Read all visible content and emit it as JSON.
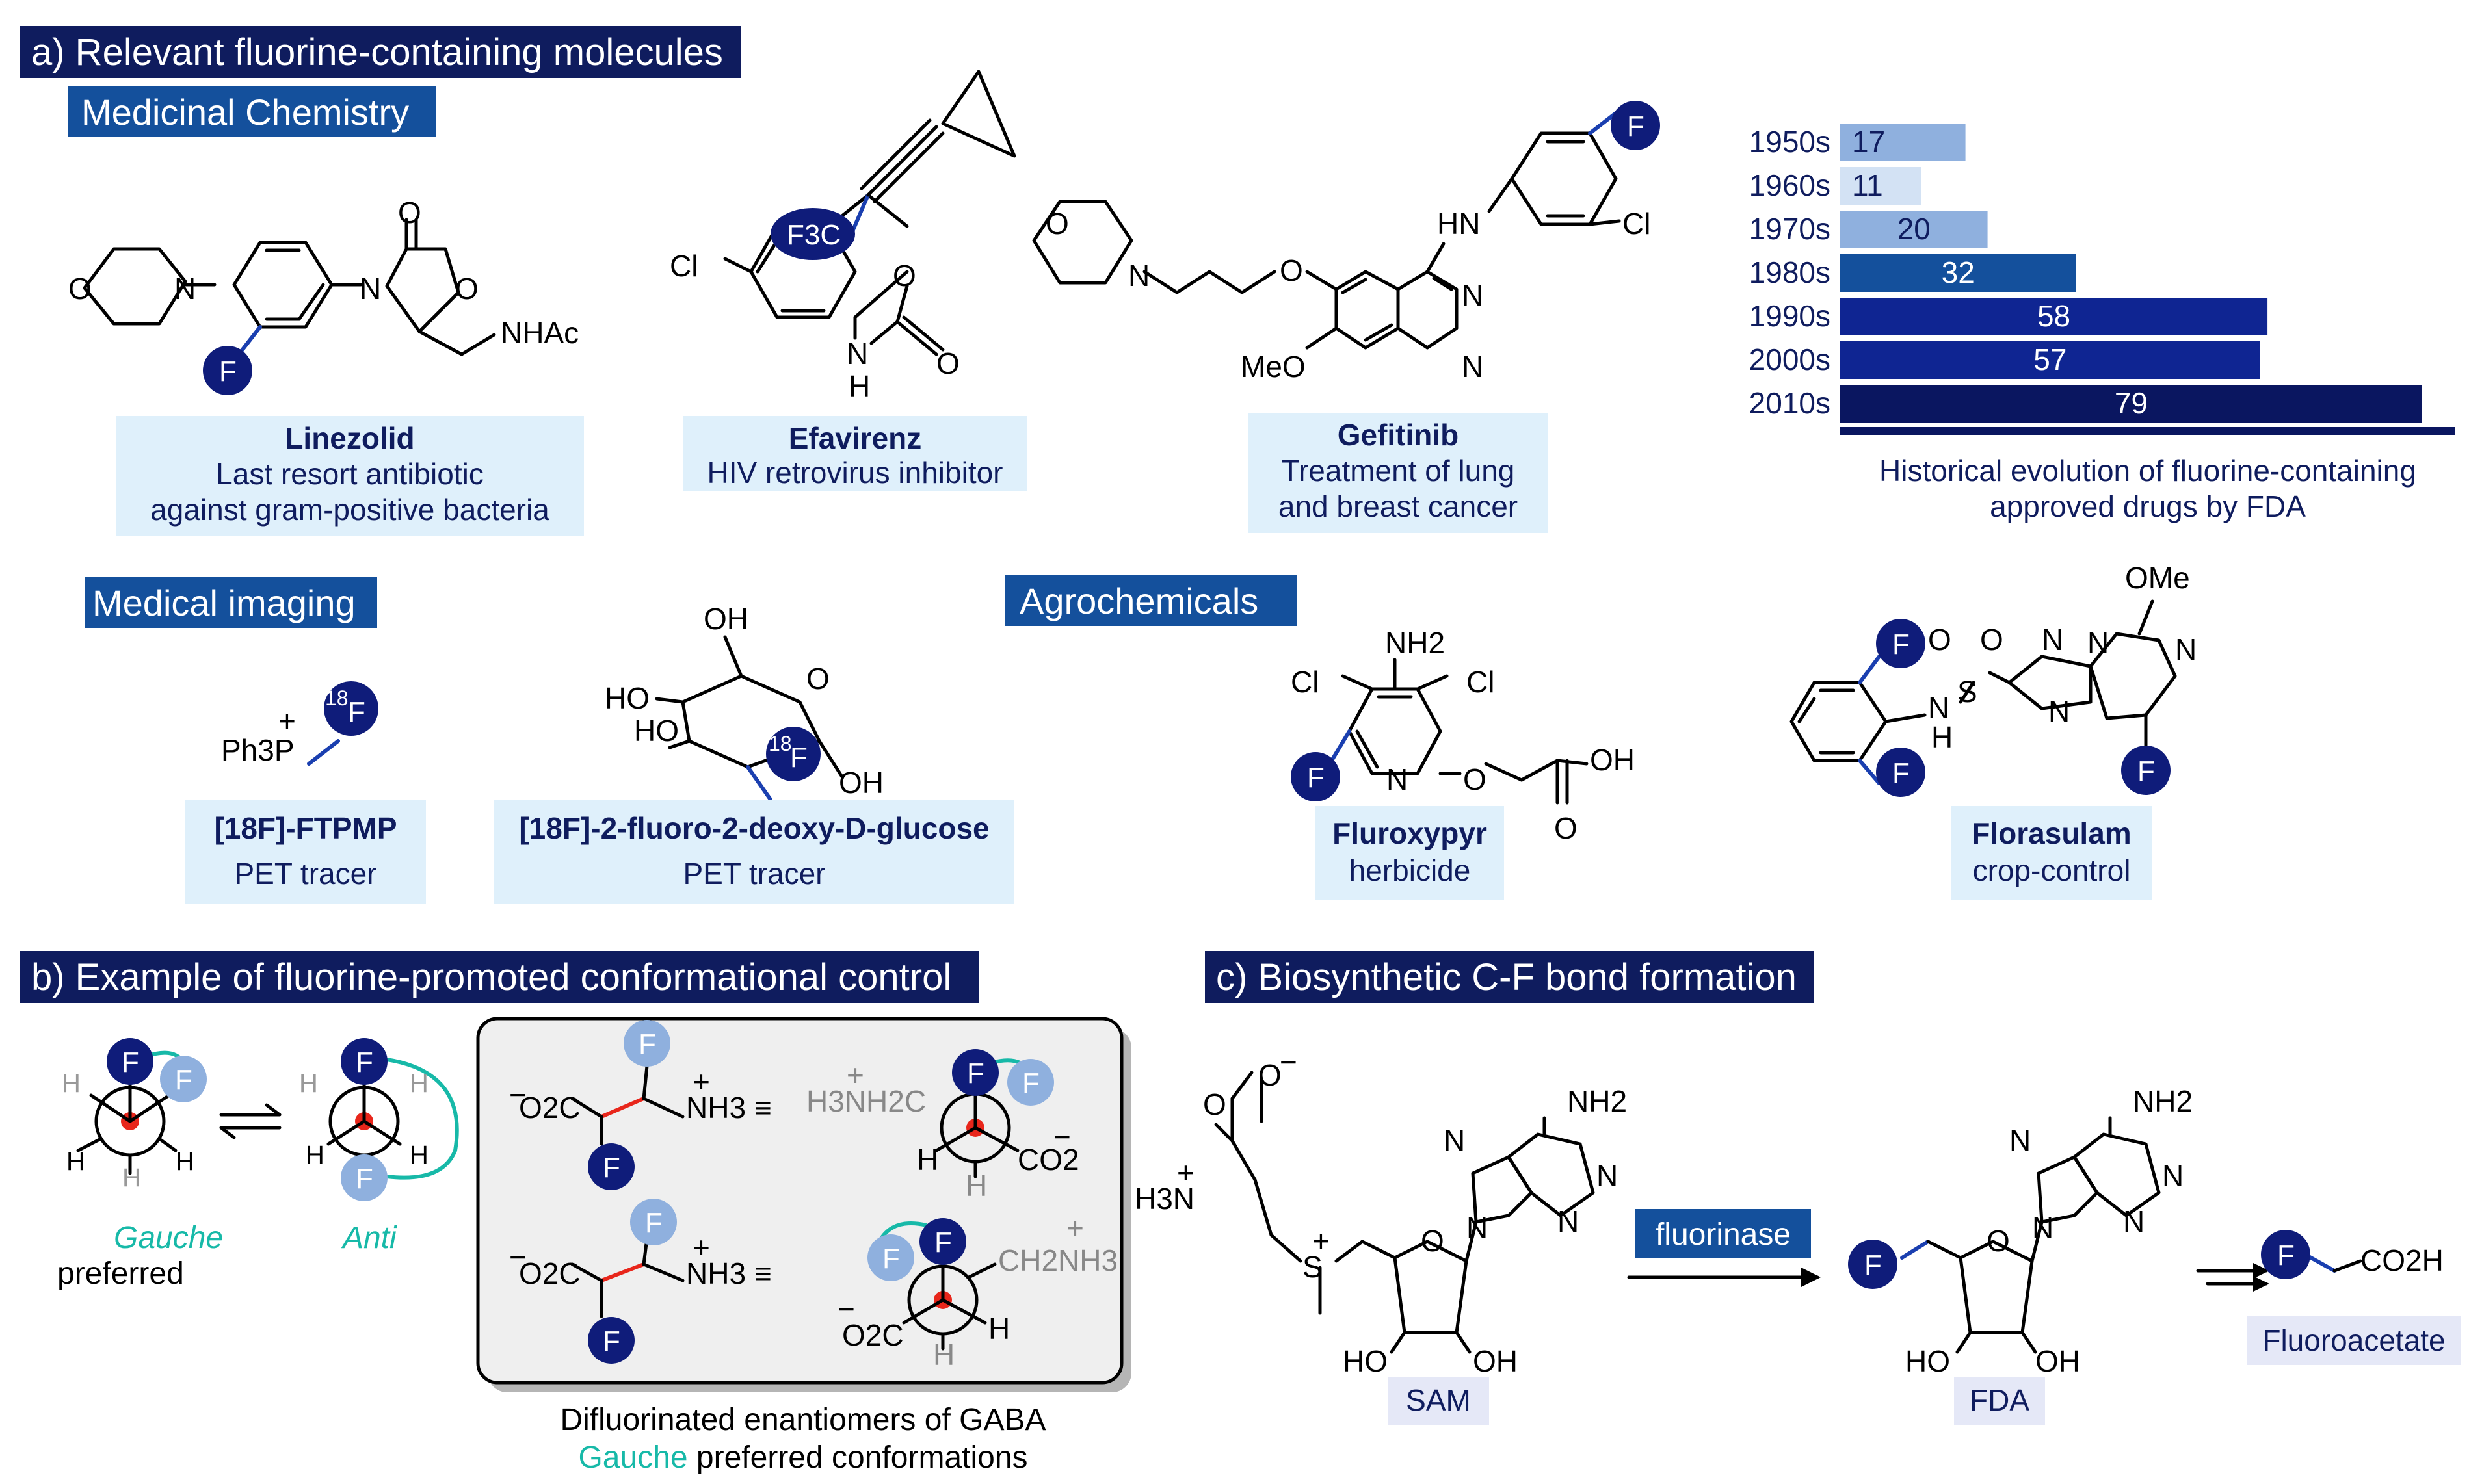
{
  "sections": {
    "a": "a) Relevant fluorine-containing molecules",
    "b": "b) Example of fluorine-promoted conformational control",
    "c": "c) Biosynthetic C-F bond formation"
  },
  "subsections": {
    "medchem": "Medicinal Chemistry",
    "imaging": "Medical imaging",
    "agro": "Agrochemicals"
  },
  "molecules": {
    "linezolid": {
      "name": "Linezolid",
      "desc1": "Last resort antibiotic",
      "desc2": "against gram-positive bacteria"
    },
    "efavirenz": {
      "name": "Efavirenz",
      "desc1": "HIV retrovirus inhibitor"
    },
    "gefitinib": {
      "name": "Gefitinib",
      "desc1": "Treatment of lung",
      "desc2": "and breast cancer"
    },
    "ftpmp": {
      "name": "[18F]-FTPMP",
      "desc1": "PET tracer"
    },
    "fdg": {
      "name": "[18F]-2-fluoro-2-deoxy-D-glucose",
      "desc1": "PET tracer"
    },
    "fluroxypyr": {
      "name": "Fluroxypyr",
      "desc1": "herbicide"
    },
    "florasulam": {
      "name": "Florasulam",
      "desc1": "crop-control"
    }
  },
  "atoms": {
    "F": "F",
    "N": "N",
    "O": "O",
    "Cl": "Cl",
    "H": "H",
    "S": "S",
    "P": "P",
    "NHAc": "NHAc",
    "HN": "HN",
    "MeO": "MeO",
    "OMe": "OMe",
    "OH": "OH",
    "HO": "HO",
    "NH2": "NH2",
    "NH3": "NH3",
    "Ph3P": "Ph3P",
    "F3C": "F3C",
    "CO2H": "CO2H",
    "CO2": "CO2",
    "O2C": "O2C",
    "H3NH2C": "H3NH2C",
    "CH2NH3": "CH2NH3",
    "H3N": "H3N",
    "NH": "NH",
    "iso18": "18",
    "plus": "+",
    "minus": "−",
    "equiv": "≡"
  },
  "chart_data": {
    "type": "bar",
    "orientation": "horizontal",
    "categories": [
      "1950s",
      "1960s",
      "1970s",
      "1980s",
      "1990s",
      "2000s",
      "2010s"
    ],
    "values": [
      17,
      11,
      20,
      32,
      58,
      57,
      79
    ],
    "colors": [
      "#8fb0de",
      "#d3e2f4",
      "#8fb0de",
      "#14509c",
      "#0f2592",
      "#0f2592",
      "#0a1660"
    ],
    "title": "Historical evolution of fluorine-containing approved drugs by FDA",
    "xlim": [
      0,
      79
    ]
  },
  "conformation": {
    "gauche": "Gauche",
    "preferred": "preferred",
    "anti": "Anti",
    "caption1": "Difluorinated enantiomers of GABA",
    "caption2_teal": "Gauche",
    "caption2_rest": " preferred conformations"
  },
  "biosynthesis": {
    "enzyme": "fluorinase",
    "sam": "SAM",
    "fda": "FDA",
    "product": "Fluoroacetate"
  },
  "colors": {
    "header": "#0f1c5e",
    "subheader": "#14509c",
    "label_bg": "#dff0fb",
    "fluorine_dark": "#0f1c7a",
    "fluorine_light": "#8fb0de",
    "teal": "#17b9a8",
    "red": "#e8261b"
  }
}
